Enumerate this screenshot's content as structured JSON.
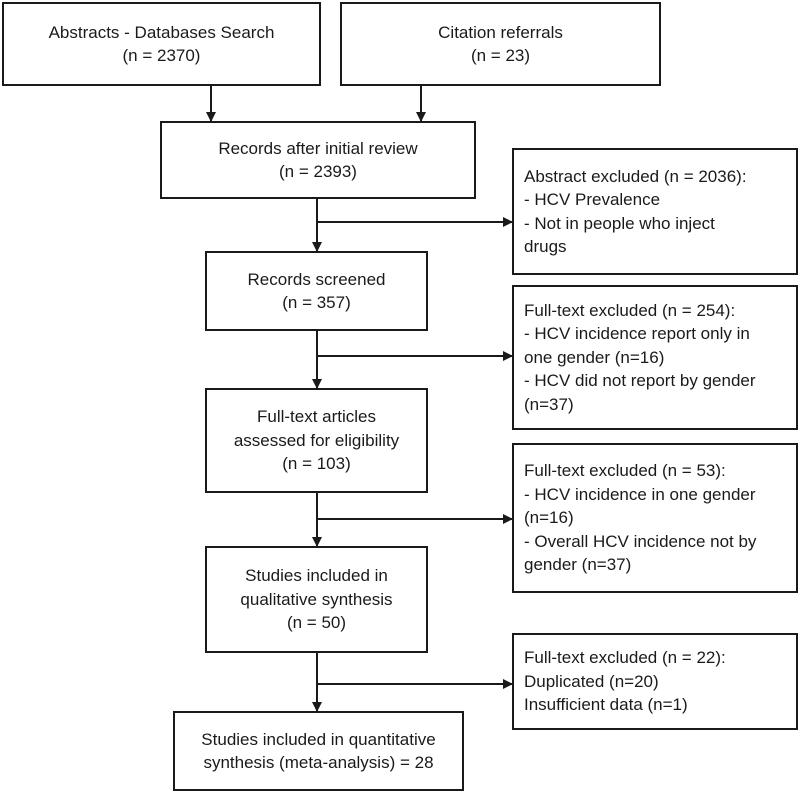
{
  "boxes": {
    "databases": {
      "title": "Abstracts - Databases Search",
      "count": "(n = 2370)"
    },
    "citations": {
      "title": "Citation referrals",
      "count": "(n = 23)"
    },
    "initial_review": {
      "title": "Records after initial review",
      "count": "(n = 2393)"
    },
    "screened": {
      "title": "Records screened",
      "count": "(n = 357)"
    },
    "eligibility": {
      "title_line1": "Full-text articles",
      "title_line2": "assessed for eligibility",
      "count": "(n = 103)"
    },
    "qualitative": {
      "title_line1": "Studies included in",
      "title_line2": "qualitative synthesis",
      "count": "(n = 50)"
    },
    "quantitative": {
      "title_line1": "Studies included in quantitative",
      "title_line2": "synthesis (meta-analysis) = 28"
    }
  },
  "exclusions": {
    "abstract": {
      "heading": "Abstract excluded (n = 2036):",
      "lines": [
        "- HCV Prevalence",
        "- Not in people who inject",
        "drugs"
      ]
    },
    "fulltext_1": {
      "heading": "Full-text excluded (n = 254):",
      "lines": [
        "- HCV incidence report only in",
        "one gender (n=16)",
        "- HCV did not report by gender",
        "(n=37)"
      ]
    },
    "fulltext_2": {
      "heading": "Full-text excluded (n = 53):",
      "lines": [
        "- HCV incidence in one gender",
        "(n=16)",
        "- Overall HCV incidence not by",
        "gender (n=37)"
      ]
    },
    "fulltext_3": {
      "heading": "Full-text excluded (n = 22):",
      "lines": [
        "Duplicated (n=20)",
        "Insufficient data (n=1)"
      ]
    }
  },
  "colors": {
    "line": "#1a1a1a",
    "box_border": "#1a1a1a",
    "background": "#ffffff"
  }
}
